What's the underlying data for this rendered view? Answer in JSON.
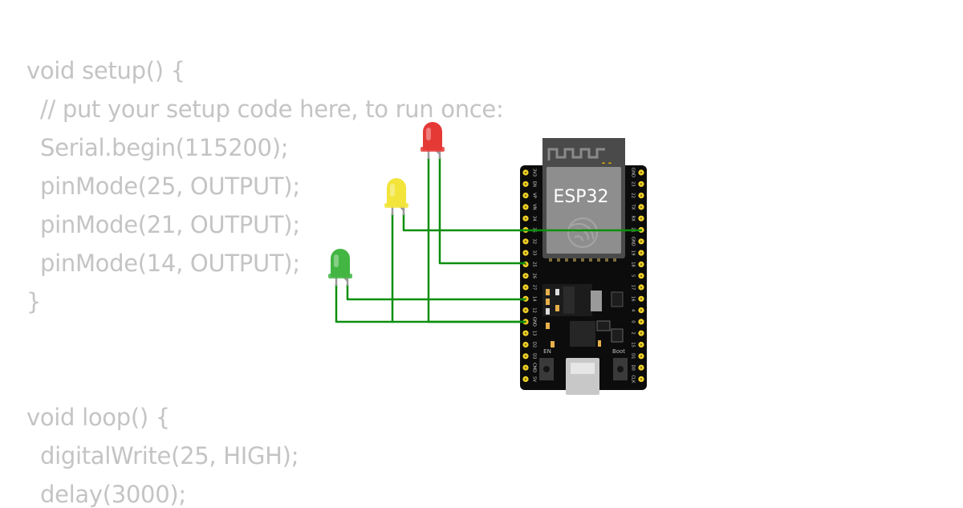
{
  "code": {
    "setup_lines": [
      "void setup() {",
      "// put your setup code here, to run once:",
      "Serial.begin(115200);",
      "pinMode(25, OUTPUT);",
      "pinMode(21, OUTPUT);",
      "pinMode(14, OUTPUT);",
      "}"
    ],
    "loop_lines": [
      "void loop() {",
      "digitalWrite(25, HIGH);",
      "delay(3000);"
    ]
  },
  "board": {
    "module_label": "ESP32",
    "left_pins": [
      "3V3",
      "EN",
      "VP",
      "VN",
      "34",
      "35",
      "32",
      "33",
      "25",
      "26",
      "27",
      "14",
      "12",
      "GND",
      "13",
      "D2",
      "D3",
      "CMD",
      "5V"
    ],
    "right_pins": [
      "GND",
      "23",
      "22",
      "TX",
      "RX",
      "21",
      "GND",
      "19",
      "18",
      "5",
      "17",
      "16",
      "4",
      "0",
      "2",
      "15",
      "D1",
      "D0",
      "CLK"
    ],
    "en_label": "EN",
    "boot_label": "Boot"
  },
  "leds": [
    {
      "name": "red",
      "color": "#e53935"
    },
    {
      "name": "yellow",
      "color": "#f2e43a"
    },
    {
      "name": "green",
      "color": "#43b543"
    }
  ],
  "wire_color": "#0b8f0b"
}
